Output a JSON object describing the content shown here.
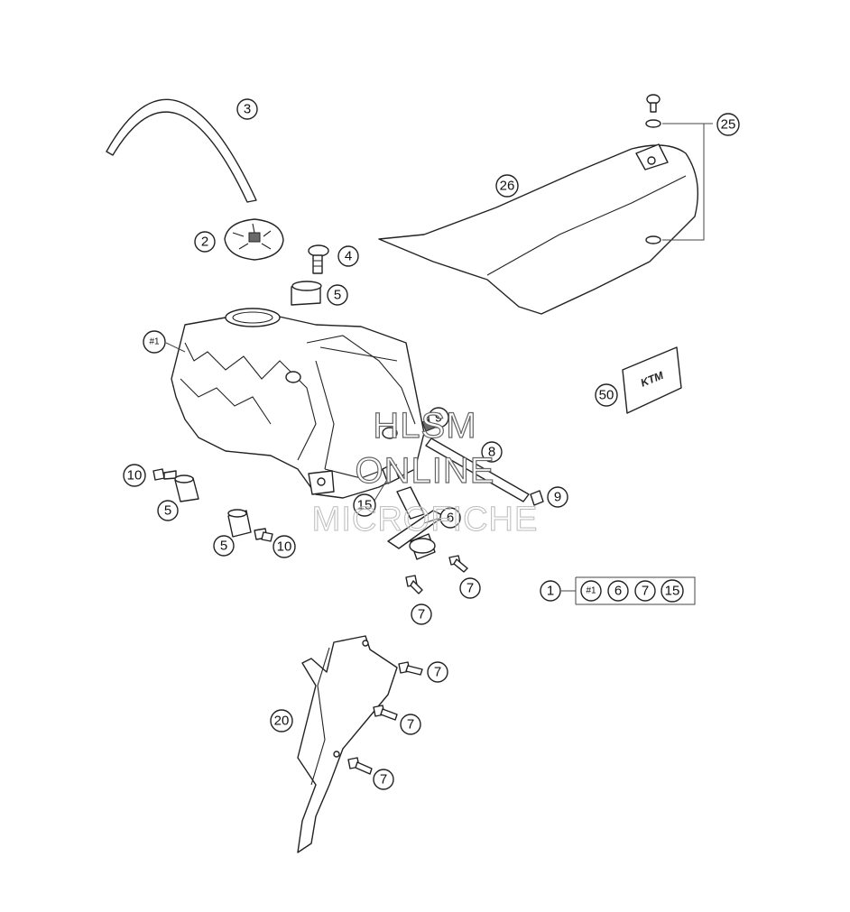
{
  "callouts": {
    "c3": "3",
    "c2": "2",
    "c4": "4",
    "c5a": "5",
    "c1hash": "#1",
    "c25": "25",
    "c26": "26",
    "c50": "50",
    "c10a": "10",
    "c5b": "5",
    "c5c": "5",
    "c10b": "10",
    "c9a": "9",
    "c8": "8",
    "c15": "15",
    "c9b": "9",
    "c6": "6",
    "c7a": "7",
    "c7b": "7",
    "c20": "20",
    "c7c": "7",
    "c7d": "7",
    "c7e": "7"
  },
  "kit": {
    "main": "1",
    "items": [
      "#1",
      "6",
      "7",
      "15"
    ]
  },
  "decal_text": "KTM",
  "watermark": {
    "line1": "HLSM",
    "line2": "ONLINE",
    "line3": "MICROFICHE"
  }
}
